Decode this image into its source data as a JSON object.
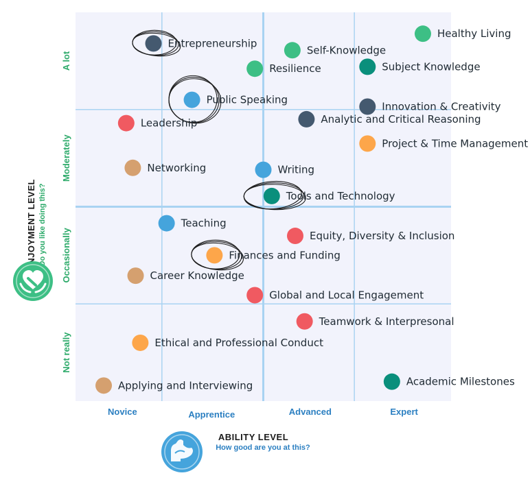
{
  "chart_data": {
    "type": "scatter",
    "x_axis": {
      "title": "ABILITY LEVEL",
      "subtitle": "How good are you at this?",
      "categories": [
        "Novice",
        "Apprentice",
        "Advanced",
        "Expert"
      ],
      "range": [
        0,
        4
      ]
    },
    "y_axis": {
      "title": "ENJOYMENT LEVEL",
      "subtitle": "Do you like doing this?",
      "categories": [
        "Not really",
        "Occasionally",
        "Moderately",
        "A lot"
      ],
      "range": [
        0,
        4
      ]
    },
    "colors": {
      "green": "#3dbf85",
      "teal": "#0a8f7c",
      "navy": "#44596f",
      "blue": "#45a4dc",
      "red": "#f05a61",
      "orange": "#fda64a",
      "tan": "#d5a06f",
      "grid": "#a9d3f2",
      "plot_bg": "#f2f3fc"
    },
    "points": [
      {
        "label": "Healthy Living",
        "x": 3.7,
        "y": 3.78,
        "color": "green",
        "circled": false
      },
      {
        "label": "Entrepreneurship",
        "x": 0.83,
        "y": 3.68,
        "color": "navy",
        "circled": true
      },
      {
        "label": "Self-Knowledge",
        "x": 2.31,
        "y": 3.61,
        "color": "green",
        "circled": false
      },
      {
        "label": "Subject Knowledge",
        "x": 3.11,
        "y": 3.44,
        "color": "teal",
        "circled": false
      },
      {
        "label": "Resilience",
        "x": 1.91,
        "y": 3.42,
        "color": "green",
        "circled": false
      },
      {
        "label": "Public Speaking",
        "x": 1.24,
        "y": 3.1,
        "color": "blue",
        "circled": true
      },
      {
        "label": "Innovation & Creativity",
        "x": 3.11,
        "y": 3.03,
        "color": "navy",
        "circled": false
      },
      {
        "label": "Leadership",
        "x": 0.54,
        "y": 2.86,
        "color": "red",
        "circled": false
      },
      {
        "label": "Analytic and Critical Reasoning",
        "x": 2.46,
        "y": 2.9,
        "color": "navy",
        "circled": false
      },
      {
        "label": "Project & Time Management",
        "x": 3.11,
        "y": 2.65,
        "color": "orange",
        "circled": false
      },
      {
        "label": "Networking",
        "x": 0.61,
        "y": 2.4,
        "color": "tan",
        "circled": false
      },
      {
        "label": "Writing",
        "x": 2.0,
        "y": 2.38,
        "color": "blue",
        "circled": false
      },
      {
        "label": "Tools and Technology",
        "x": 2.09,
        "y": 2.11,
        "color": "teal",
        "circled": true
      },
      {
        "label": "Teaching",
        "x": 0.97,
        "y": 1.83,
        "color": "blue",
        "circled": false
      },
      {
        "label": "Equity, Diversity & Inclusion",
        "x": 2.34,
        "y": 1.7,
        "color": "red",
        "circled": false
      },
      {
        "label": "Finances and Funding",
        "x": 1.48,
        "y": 1.5,
        "color": "orange",
        "circled": true
      },
      {
        "label": "Career Knowledge",
        "x": 0.64,
        "y": 1.29,
        "color": "tan",
        "circled": false
      },
      {
        "label": "Global and Local Engagement",
        "x": 1.91,
        "y": 1.09,
        "color": "red",
        "circled": false
      },
      {
        "label": "Teamwork & Interpresonal",
        "x": 2.44,
        "y": 0.82,
        "color": "red",
        "circled": false
      },
      {
        "label": "Ethical and Professional Conduct",
        "x": 0.69,
        "y": 0.6,
        "color": "orange",
        "circled": false
      },
      {
        "label": "Academic Milestones",
        "x": 3.37,
        "y": 0.2,
        "color": "teal",
        "circled": false
      },
      {
        "label": "Applying and Interviewing",
        "x": 0.3,
        "y": 0.16,
        "color": "tan",
        "circled": false
      }
    ],
    "grid": true,
    "legend": "none"
  }
}
